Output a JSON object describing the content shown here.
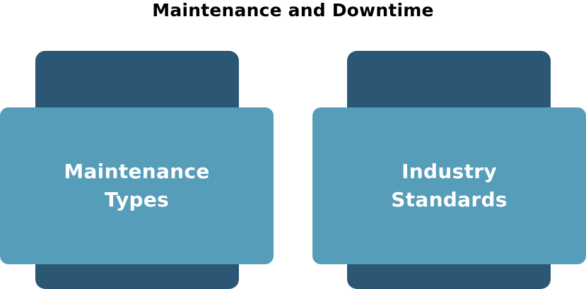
{
  "title": "Maintenance and Downtime",
  "colors": {
    "back_panel": "#2b5674",
    "front_panel": "#559db9",
    "text_on_panel": "#ffffff",
    "title_text": "#000000"
  },
  "cards": [
    {
      "lines": [
        "Maintenance",
        "Types"
      ]
    },
    {
      "lines": [
        "Industry",
        "Standards"
      ]
    }
  ]
}
